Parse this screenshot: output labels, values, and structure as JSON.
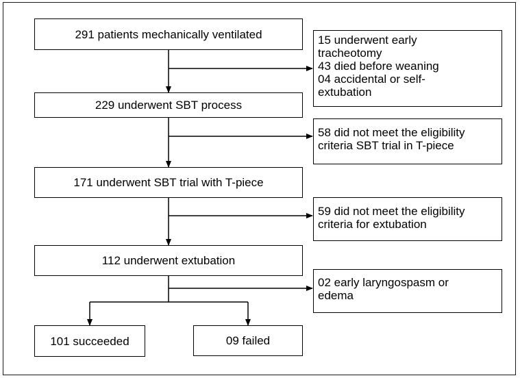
{
  "main": [
    {
      "id": "ventilated",
      "label": "291 patients mechanically ventilated"
    },
    {
      "id": "sbt-process",
      "label": "229 underwent SBT process"
    },
    {
      "id": "sbt-tpiece",
      "label": "171 underwent SBT trial with T-piece"
    },
    {
      "id": "extubation",
      "label": "112 underwent extubation"
    }
  ],
  "exclusions": [
    {
      "id": "excl-1",
      "lines": "15 underwent early\ntracheotomy\n43 died before weaning\n04 accidental or self-\nextubation"
    },
    {
      "id": "excl-2",
      "lines": "58 did not meet the eligibility\ncriteria SBT trial in T-piece"
    },
    {
      "id": "excl-3",
      "lines": "59 did not meet the eligibility\ncriteria for extubation"
    },
    {
      "id": "excl-4",
      "lines": "02 early laryngospasm or\nedema"
    }
  ],
  "outcomes": [
    {
      "id": "succeeded",
      "label": "101 succeeded"
    },
    {
      "id": "failed",
      "label": "09 failed"
    }
  ]
}
